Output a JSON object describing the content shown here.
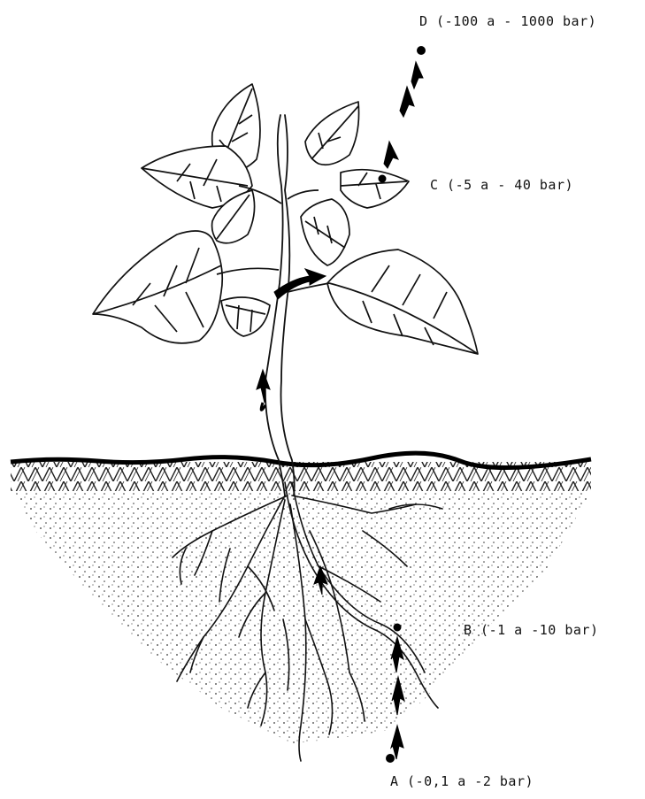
{
  "points": {
    "d": {
      "text": "D (-100 a - 1000 bar)"
    },
    "c": {
      "text": "C (-5 a - 40 bar)"
    },
    "b": {
      "text": "B (-1 a -10 bar)"
    },
    "a": {
      "text": "A (-0,1 a -2 bar)"
    }
  }
}
